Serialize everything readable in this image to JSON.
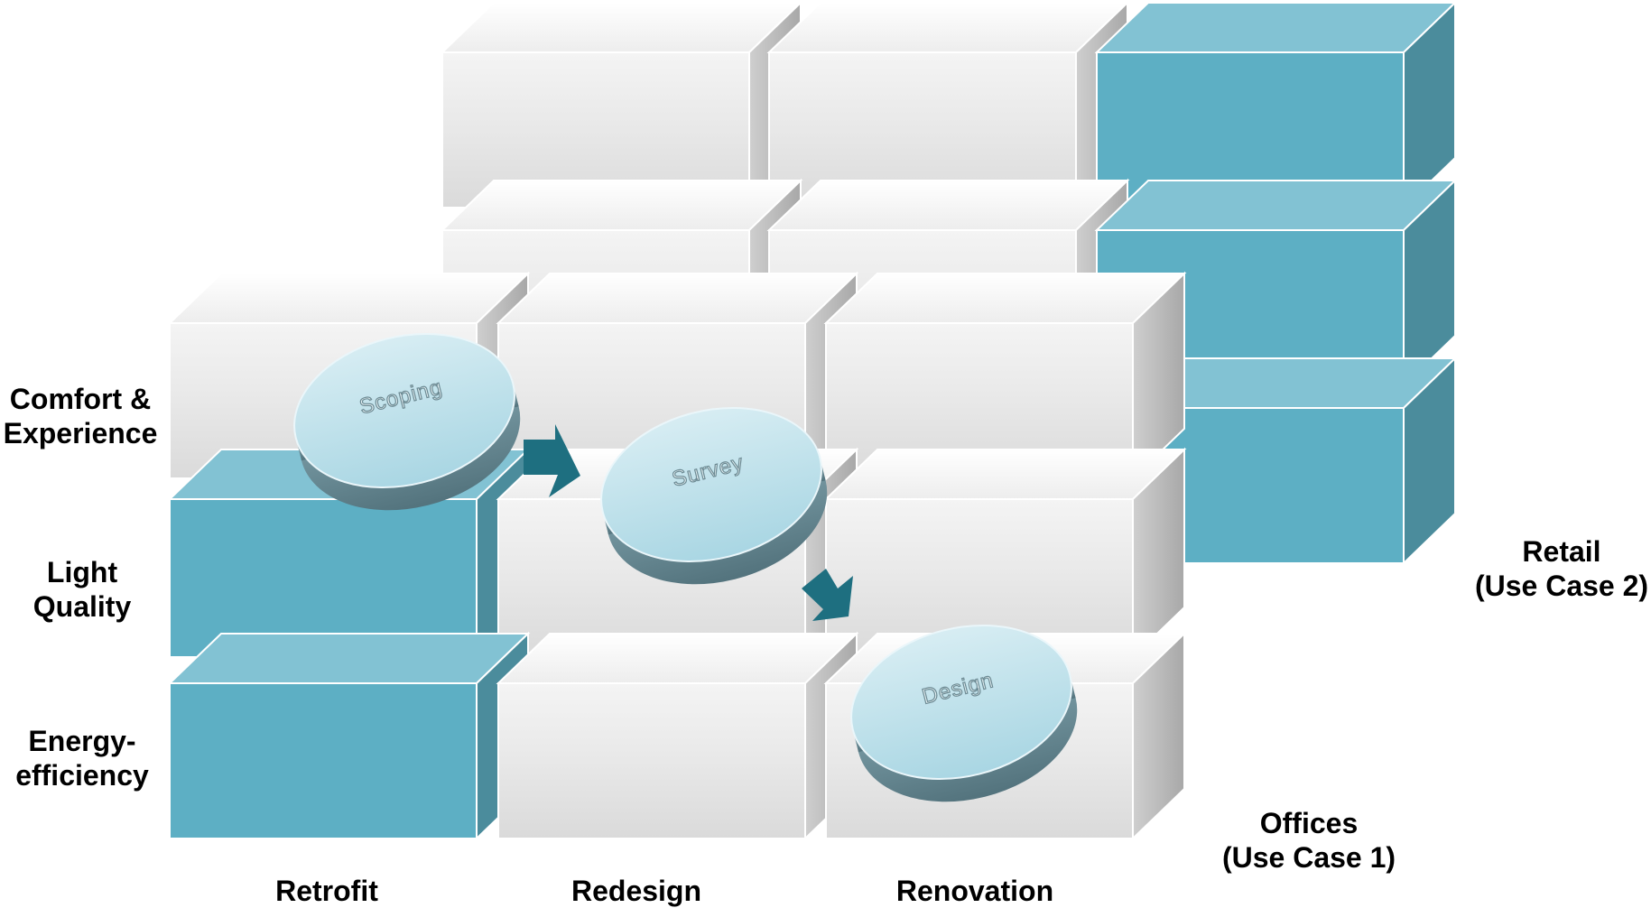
{
  "row_labels": [
    {
      "line1": "Comfort &",
      "line2": "Experience"
    },
    {
      "line1": "Light",
      "line2": "Quality"
    },
    {
      "line1": "Energy-",
      "line2": "efficiency"
    }
  ],
  "column_labels": [
    "Retrofit",
    "Redesign",
    "Renovation"
  ],
  "depth_labels": {
    "retail": {
      "line1": "Retail",
      "line2": "(Use Case 2)"
    },
    "offices": {
      "line1": "Offices",
      "line2": "(Use Case 1)"
    }
  },
  "steps": [
    "Scoping",
    "Survey",
    "Design"
  ],
  "colors": {
    "teal_front": "#5DAFC4",
    "teal_top": "#82C2D3",
    "teal_side": "#4B8C9C",
    "grey_front": "#E9E9E9",
    "grey_top": "#F3F3F3",
    "grey_side": "#BDBDBD",
    "arrow": "#1E6F80",
    "disc_top": "#B7DDE8",
    "disc_side": "#6E8F99"
  }
}
